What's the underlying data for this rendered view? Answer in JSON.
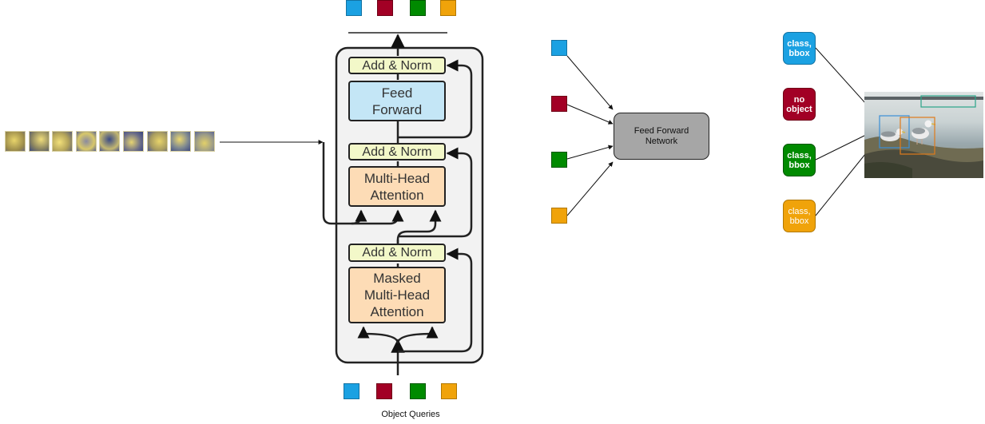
{
  "colors": {
    "blue": "#1ba1e2",
    "red": "#a20025",
    "green": "#008a00",
    "orange": "#f0a30a"
  },
  "decoder": {
    "add_norm_top": "Add & Norm",
    "feed_forward": "Feed\nForward",
    "add_norm_mid": "Add & Norm",
    "multi_head_attention": "Multi-Head\nAttention",
    "add_norm_bottom": "Add & Norm",
    "masked_attention": "Masked\nMulti-Head\nAttention"
  },
  "object_queries_label": "Object Queries",
  "ffn_label": "Feed Forward\nNetwork",
  "predictions": [
    {
      "label": "class,\nbbox",
      "color": "#1ba1e2"
    },
    {
      "label": "no\nobject",
      "color": "#a20025"
    },
    {
      "label": "class,\nbbox",
      "color": "#008a00"
    },
    {
      "label": "class,\nbbox",
      "color": "#f0a30a"
    }
  ],
  "image_feature_patches": 9
}
